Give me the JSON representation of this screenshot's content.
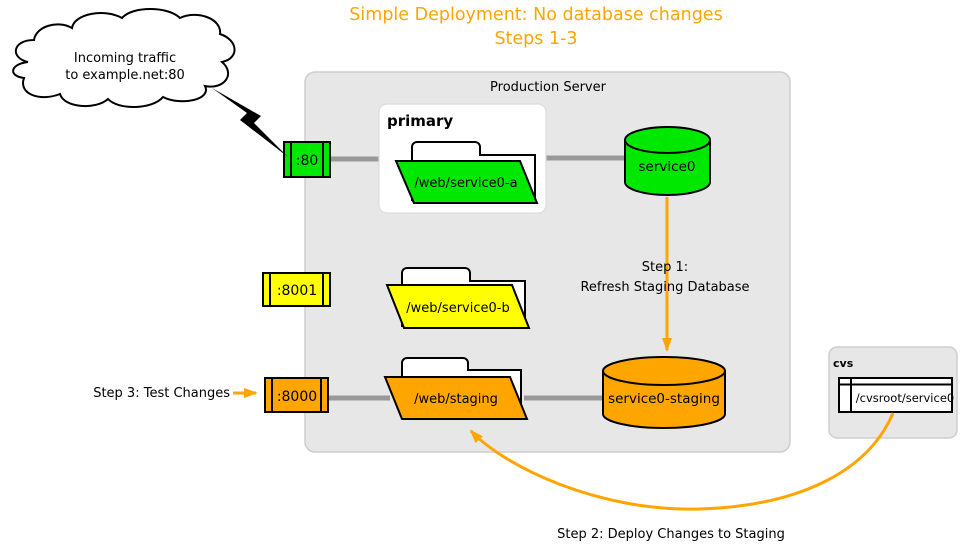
{
  "title": {
    "line1": "Simple Deployment: No database changes",
    "line2": "Steps 1-3"
  },
  "cloud": {
    "line1": "Incoming traffic",
    "line2": "to example.net:80"
  },
  "production_server": {
    "label": "Production Server"
  },
  "primary_group": {
    "label": "primary"
  },
  "ports": {
    "p80": ":80",
    "p8001": ":8001",
    "p8000": ":8000"
  },
  "folders": {
    "service0_a": "/web/service0-a",
    "service0_b": "/web/service0-b",
    "staging": "/web/staging"
  },
  "databases": {
    "service0": "service0",
    "service0_staging": "service0-staging"
  },
  "cvs": {
    "box_label": "cvs",
    "module_label": "/cvsroot/service0"
  },
  "steps": {
    "step1_line1": "Step 1:",
    "step1_line2": "Refresh Staging Database",
    "step2": "Step 2: Deploy Changes to Staging",
    "step3": "Step 3: Test Changes"
  },
  "colors": {
    "accent_orange": "#FFA500",
    "node_green": "#00E800",
    "node_yellow": "#FFFF00",
    "node_orange": "#FFA500",
    "server_background": "#E7E7E7",
    "connector_gray": "#999999"
  }
}
